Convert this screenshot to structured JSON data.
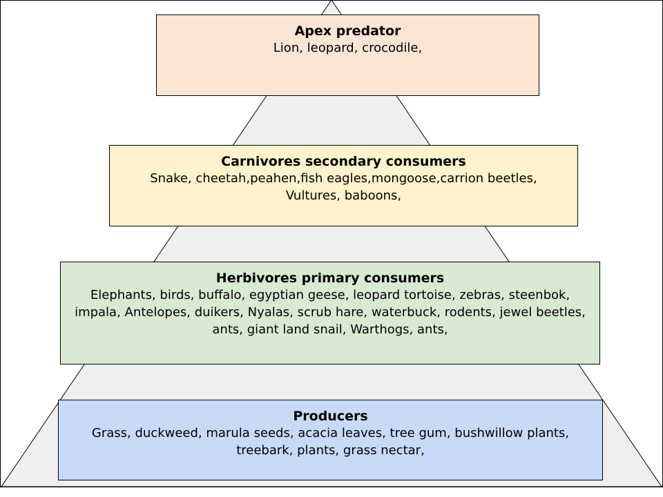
{
  "colors": {
    "pyramid_fill": "#efefef",
    "apex": "#fce5d5",
    "carnivores": "#fff2cc",
    "herbivores": "#d9ead3",
    "producers": "#c9daf8"
  },
  "levels": {
    "apex": {
      "title": "Apex predator",
      "items": "Lion, leopard, crocodile,"
    },
    "carnivores": {
      "title": "Carnivores secondary consumers",
      "items": "Snake, cheetah,peahen,fish eagles,mongoose,carrion beetles, Vultures, baboons,"
    },
    "herbivores": {
      "title": "Herbivores primary consumers",
      "items": "Elephants, birds,  buffalo, egyptian geese, leopard tortoise, zebras, steenbok, impala, Antelopes, duikers, Nyalas, scrub hare, waterbuck, rodents, jewel beetles, ants, giant land snail, Warthogs, ants,"
    },
    "producers": {
      "title": "Producers",
      "items": "Grass, duckweed, marula seeds, acacia leaves, tree gum, bushwillow plants,  treebark, plants, grass nectar,"
    }
  }
}
